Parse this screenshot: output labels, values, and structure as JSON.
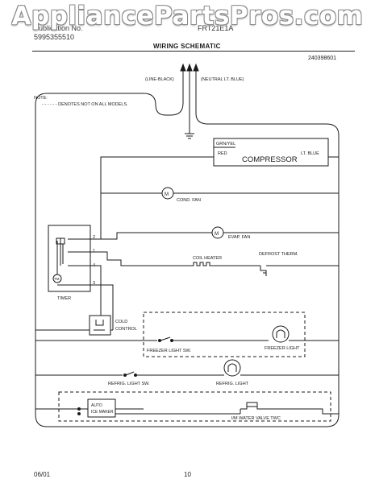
{
  "watermark": "AppliancePartsPros.com",
  "header": {
    "pub_label": "Publication No.",
    "pub_number": "5995355510",
    "model": "FRT21E1A",
    "title": "WIRING SCHEMATIC",
    "doc_number": "240398601"
  },
  "note": {
    "label": "NOTE:",
    "text": "- - - - - - DENOTES NOT ON ALL MODELS."
  },
  "supply": {
    "line": "(LINE-BLACK)",
    "neutral": "(NEUTRAL LT. BLUE)"
  },
  "compressor": {
    "label": "COMPRESSOR",
    "wire_ground": "GRN/YEL",
    "wire_red": "RED",
    "wire_blue": "LT. BLUE"
  },
  "components": {
    "cond_fan": "COND. FAN",
    "evap_fan": "EVAP. FAN",
    "coil_heater": "COIL HEATER",
    "defrost_therm": "DEFROST THERM.",
    "timer": "TIMER",
    "cold_control": "COLD CONTROL",
    "freezer_light_sw": "FREEZER LIGHT SW.",
    "freezer_light": "FREEZER LIGHT",
    "refrig_light_sw": "REFRIG. LIGHT SW.",
    "refrig_light": "REFRIG. LIGHT",
    "auto_ice_maker": "AUTO ICE MAKER",
    "water_valve": "I/M WATER VALVE TWC"
  },
  "timer_terminals": [
    "2",
    "1",
    "4",
    "3"
  ],
  "fan_symbol": "M",
  "timer_motor_symbol": "TM",
  "footer": {
    "date": "06/01",
    "page": "10"
  }
}
